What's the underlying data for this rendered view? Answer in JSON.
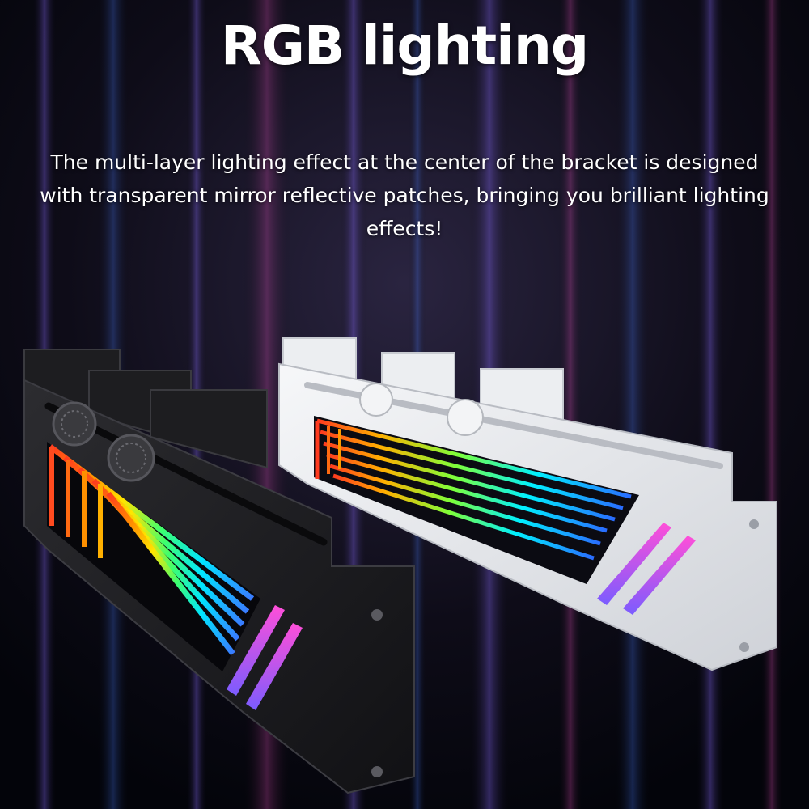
{
  "header": {
    "title": "RGB lighting"
  },
  "body_text": {
    "description": "The multi-layer lighting effect at the center of the bracket is designed with transparent mirror reflective patches, bringing you brilliant lighting effects!"
  },
  "products": [
    {
      "name": "black-bracket",
      "color": "#1c1c1e"
    },
    {
      "name": "white-bracket",
      "color": "#e9eaec"
    }
  ],
  "palette": {
    "background": "#05070c",
    "rgb_stops": [
      "#ff3b1f",
      "#ff8a00",
      "#ffe600",
      "#3dff6e",
      "#00e5ff",
      "#3a7bff",
      "#b44dff",
      "#ff4fd8"
    ]
  }
}
